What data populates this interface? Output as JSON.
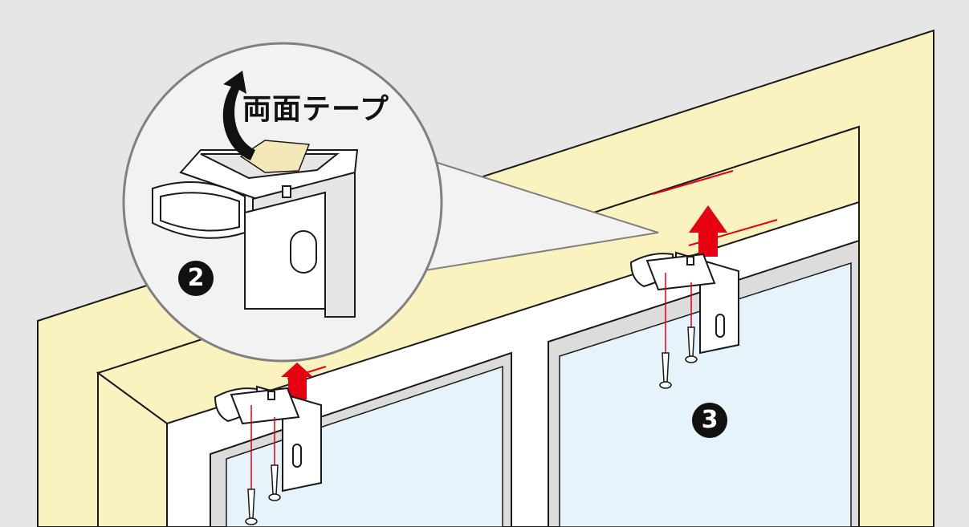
{
  "callout": {
    "label": "両面テープ"
  },
  "steps": [
    {
      "number": "2"
    },
    {
      "number": "3"
    }
  ],
  "colors": {
    "background": "#e6e6e6",
    "wall": "#faf2bf",
    "window_frame": "#ffffff",
    "glass": "#e6f3fb",
    "arrow": "#e60012",
    "guide_line": "#e60012",
    "outline": "#1a1a1a",
    "magnifier": "#f2f2f2"
  },
  "icons": [
    "curved-arrow-icon",
    "up-arrow-icon",
    "screw-icon",
    "bracket-icon"
  ]
}
